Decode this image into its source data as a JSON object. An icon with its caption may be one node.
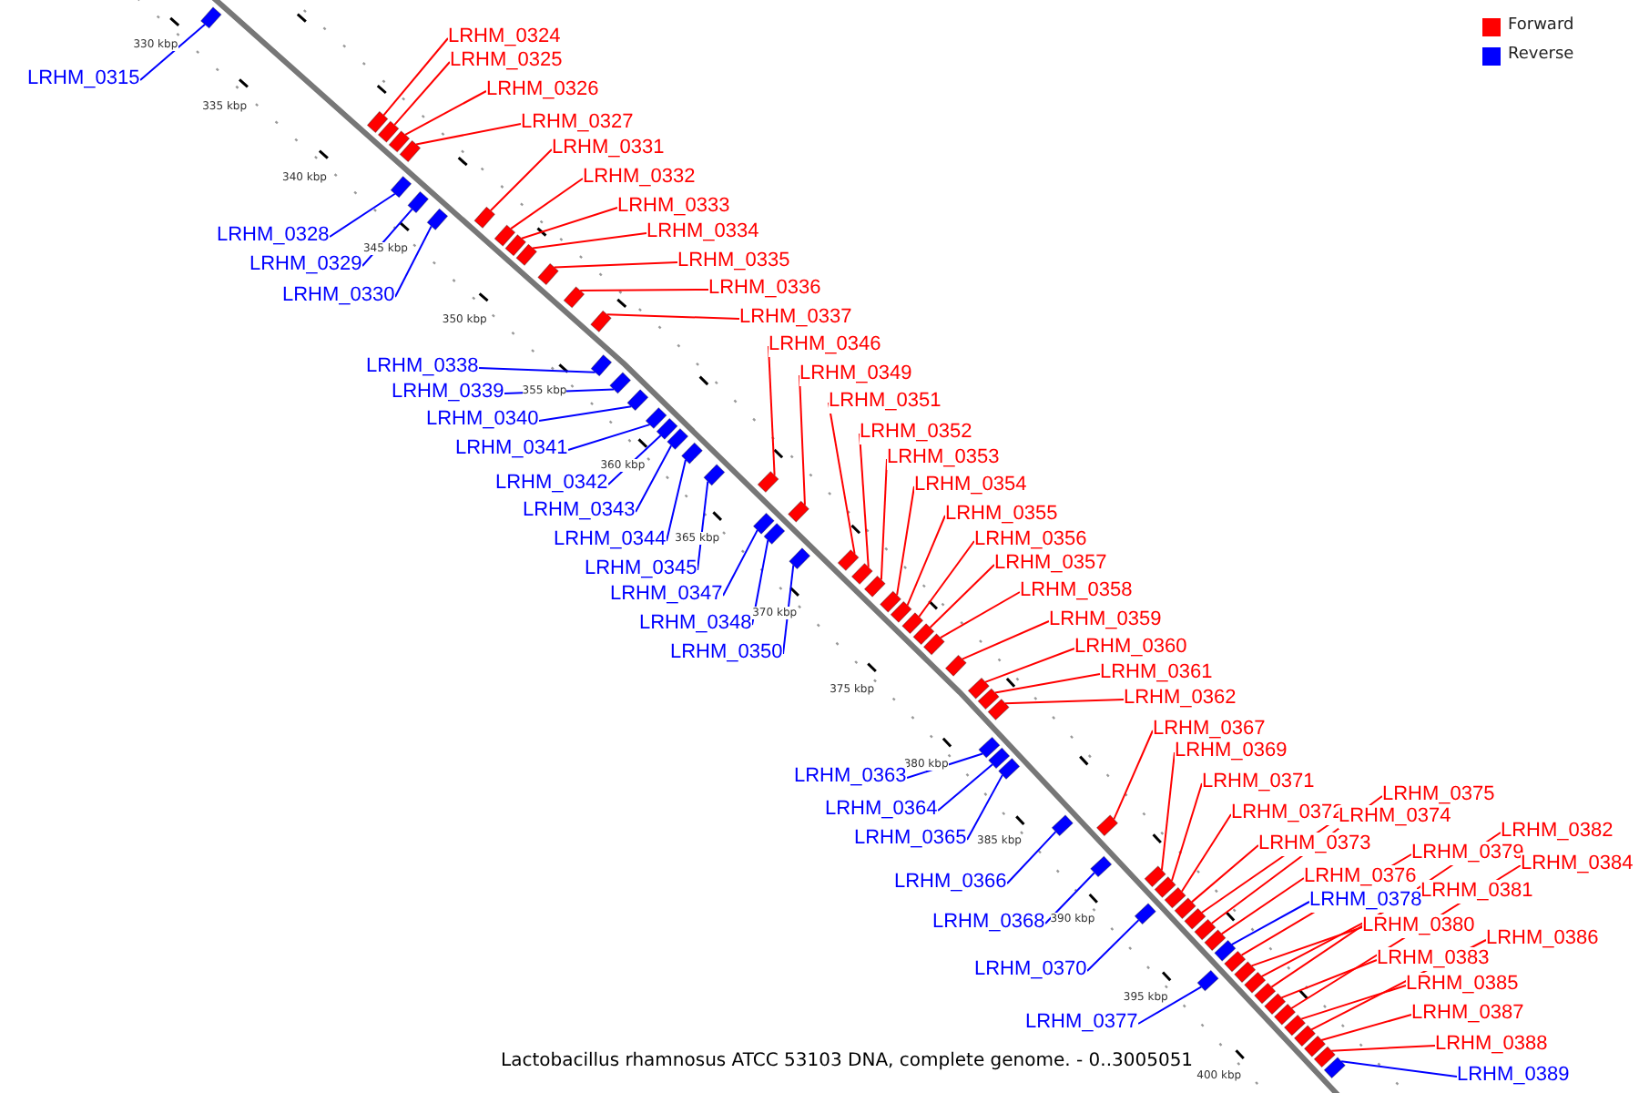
{
  "diagram": {
    "caption": "Lactobacillus rhamnosus ATCC 53103 DNA, complete genome. - 0..3005051",
    "nodes": [
      {
        "text": [
          "LRHM_0324"
        ]
      },
      {
        "text": [
          "LRHM_0325"
        ]
      },
      {
        "text": [
          "LRHM_0315"
        ]
      },
      {
        "text": [
          "LRHM_0326"
        ]
      },
      {
        "text": [
          "LRHM_0327"
        ]
      },
      {
        "text": [
          "LRHM_0331"
        ]
      },
      {
        "text": [
          "LRHM_0332"
        ]
      },
      {
        "text": [
          "LRHM_0333"
        ]
      },
      {
        "text": [
          "LRHM_0334"
        ]
      },
      {
        "text": [
          "LRHM_0328"
        ]
      },
      {
        "text": [
          "LRHM_0335"
        ]
      },
      {
        "text": [
          "LRHM_0329"
        ]
      },
      {
        "text": [
          "LRHM_0336"
        ]
      },
      {
        "text": [
          "LRHM_0330"
        ]
      },
      {
        "text": [
          "LRHM_0337"
        ]
      },
      {
        "text": [
          "LRHM_0346"
        ]
      },
      {
        "text": [
          "LRHM_0338"
        ]
      },
      {
        "text": [
          "LRHM_0349"
        ]
      },
      {
        "text": [
          "LRHM_0339"
        ]
      },
      {
        "text": [
          "LRHM_0351"
        ]
      },
      {
        "text": [
          "LRHM_0340"
        ]
      },
      {
        "text": [
          "LRHM_0352"
        ]
      },
      {
        "text": [
          "LRHM_0341"
        ]
      },
      {
        "text": [
          "LRHM_0353"
        ]
      },
      {
        "text": [
          "LRHM_0342"
        ]
      },
      {
        "text": [
          "LRHM_0354"
        ]
      },
      {
        "text": [
          "LRHM_0343"
        ]
      },
      {
        "text": [
          "LRHM_0355"
        ]
      },
      {
        "text": [
          "LRHM_0344"
        ]
      },
      {
        "text": [
          "LRHM_0356"
        ]
      },
      {
        "text": [
          "LRHM_0357"
        ]
      },
      {
        "text": [
          "LRHM_0345"
        ]
      },
      {
        "text": [
          "LRHM_0358"
        ]
      },
      {
        "text": [
          "LRHM_0347"
        ]
      },
      {
        "text": [
          "LRHM_0359"
        ]
      },
      {
        "text": [
          "LRHM_0348"
        ]
      },
      {
        "text": [
          "LRHM_0360"
        ]
      },
      {
        "text": [
          "LRHM_0350"
        ]
      },
      {
        "text": [
          "LRHM_0361"
        ]
      },
      {
        "text": [
          "LRHM_0362"
        ]
      },
      {
        "text": [
          "LRHM_0367"
        ]
      },
      {
        "text": [
          "LRHM_0369"
        ]
      },
      {
        "text": [
          "LRHM_0363"
        ]
      },
      {
        "text": [
          "LRHM_0371"
        ]
      },
      {
        "text": [
          "LRHM_0375"
        ]
      },
      {
        "text": [
          "LRHM_0364"
        ]
      },
      {
        "text": [
          "LRHM_0372"
        ]
      },
      {
        "text": [
          "LRHM_0374"
        ]
      },
      {
        "text": [
          "LRHM_0382"
        ]
      },
      {
        "text": [
          "LRHM_0365"
        ]
      },
      {
        "text": [
          "LRHM_0373"
        ]
      },
      {
        "text": [
          "LRHM_0379"
        ]
      },
      {
        "text": [
          "LRHM_0384"
        ]
      },
      {
        "text": [
          "LRHM_0376"
        ]
      },
      {
        "text": [
          "LRHM_0366"
        ]
      },
      {
        "text": [
          "LRHM_0381"
        ]
      },
      {
        "text": [
          "LRHM_0378"
        ]
      },
      {
        "text": [
          "LRHM_0368"
        ]
      },
      {
        "text": [
          "LRHM_0380"
        ]
      },
      {
        "text": [
          "LRHM_0386"
        ]
      },
      {
        "text": [
          "LRHM_0383"
        ]
      },
      {
        "text": [
          "LRHM_0370"
        ]
      },
      {
        "text": [
          "LRHM_0385"
        ]
      },
      {
        "text": [
          "LRHM_0387"
        ]
      },
      {
        "text": [
          "LRHM_0377"
        ]
      },
      {
        "text": [
          "LRHM_0388"
        ]
      },
      {
        "text": [
          "LRHM_0389"
        ]
      },
      {
        "text": [],
        "shape": "box"
      },
      {
        "text": [],
        "shape": "box"
      },
      {
        "text": [],
        "shape": "box"
      },
      {
        "text": [],
        "shape": "box"
      },
      {
        "text": [],
        "shape": "box"
      },
      {
        "text": [],
        "shape": "box"
      },
      {
        "text": [],
        "shape": "box"
      },
      {
        "text": [],
        "shape": "box"
      },
      {
        "text": [],
        "shape": "box"
      },
      {
        "text": [],
        "shape": "box"
      },
      {
        "text": [],
        "shape": "box"
      },
      {
        "text": [],
        "shape": "box"
      },
      {
        "text": [],
        "shape": "box"
      },
      {
        "text": [],
        "shape": "box"
      },
      {
        "text": [],
        "shape": "box"
      },
      {
        "text": [],
        "shape": "box"
      },
      {
        "text": [],
        "shape": "box"
      },
      {
        "text": [],
        "shape": "box"
      },
      {
        "text": [],
        "shape": "box"
      },
      {
        "text": [],
        "shape": "box"
      },
      {
        "text": [],
        "shape": "box"
      },
      {
        "text": [],
        "shape": "box"
      },
      {
        "text": [],
        "shape": "box"
      },
      {
        "text": [],
        "shape": "box"
      },
      {
        "text": [],
        "shape": "box"
      },
      {
        "text": [],
        "shape": "box"
      },
      {
        "text": [],
        "shape": "box"
      },
      {
        "text": [],
        "shape": "box"
      },
      {
        "text": [],
        "shape": "box"
      },
      {
        "text": [],
        "shape": "box"
      },
      {
        "text": [],
        "shape": "box"
      },
      {
        "text": [],
        "shape": "box"
      },
      {
        "text": [],
        "shape": "box"
      },
      {
        "text": [],
        "shape": "box"
      },
      {
        "text": [],
        "shape": "box"
      },
      {
        "text": [],
        "shape": "box"
      },
      {
        "text": [],
        "shape": "box"
      },
      {
        "text": [],
        "shape": "box"
      },
      {
        "text": [],
        "shape": "box"
      },
      {
        "text": [],
        "shape": "box"
      },
      {
        "text": [],
        "shape": "box"
      },
      {
        "text": [],
        "shape": "box"
      },
      {
        "text": [],
        "shape": "box"
      },
      {
        "text": [],
        "shape": "box"
      },
      {
        "text": [],
        "shape": "box"
      },
      {
        "text": [],
        "shape": "box"
      },
      {
        "text": [],
        "shape": "box"
      },
      {
        "text": [],
        "shape": "box"
      },
      {
        "text": [],
        "shape": "box"
      },
      {
        "text": [],
        "shape": "box"
      },
      {
        "text": [],
        "shape": "box"
      },
      {
        "text": [],
        "shape": "box"
      },
      {
        "text": [],
        "shape": "box"
      },
      {
        "text": [],
        "shape": "box"
      },
      {
        "text": [],
        "shape": "box"
      },
      {
        "text": [],
        "shape": "box"
      },
      {
        "text": [],
        "shape": "box"
      },
      {
        "text": [],
        "shape": "box"
      },
      {
        "text": [],
        "shape": "box"
      },
      {
        "text": [],
        "shape": "box"
      },
      {
        "text": [],
        "shape": "box"
      },
      {
        "text": [],
        "shape": "box"
      },
      {
        "text": [],
        "shape": "box"
      },
      {
        "text": [],
        "shape": "box"
      },
      {
        "text": [],
        "shape": "box"
      },
      {
        "text": [],
        "shape": "box"
      },
      {
        "text": [],
        "shape": "box"
      }
    ],
    "edges": [
      {
        "from": 0,
        "to": 68,
        "arrow": "none"
      },
      {
        "from": 1,
        "to": 69,
        "arrow": "none"
      },
      {
        "from": 2,
        "to": 67,
        "arrow": "none",
        "color": "#0000ff"
      },
      {
        "from": 3,
        "to": 70,
        "arrow": "none"
      },
      {
        "from": 4,
        "to": 71,
        "arrow": "none"
      },
      {
        "from": 5,
        "to": 72,
        "arrow": "none"
      },
      {
        "from": 6,
        "to": 74,
        "arrow": "none"
      },
      {
        "from": 7,
        "to": 75,
        "arrow": "none"
      },
      {
        "from": 8,
        "to": 77,
        "arrow": "none"
      },
      {
        "from": 9,
        "to": 73,
        "arrow": "none",
        "color": "#0000ff"
      },
      {
        "from": 10,
        "to": 79,
        "arrow": "none"
      },
      {
        "from": 11,
        "to": 76,
        "arrow": "none",
        "color": "#0000ff"
      },
      {
        "from": 12,
        "to": 80,
        "arrow": "none"
      },
      {
        "from": 13,
        "to": 78,
        "arrow": "none",
        "color": "#0000ff"
      },
      {
        "from": 14,
        "to": 81,
        "arrow": "none"
      },
      {
        "from": 15,
        "to": 87,
        "arrow": "none"
      },
      {
        "from": 16,
        "to": 82,
        "arrow": "none",
        "color": "#0000ff"
      },
      {
        "from": 17,
        "to": 90,
        "arrow": "none"
      },
      {
        "from": 18,
        "to": 83,
        "arrow": "none",
        "color": "#0000ff"
      },
      {
        "from": 19,
        "to": 92,
        "arrow": "none"
      },
      {
        "from": 20,
        "to": 84,
        "arrow": "none",
        "color": "#0000ff"
      },
      {
        "from": 21,
        "to": 94,
        "arrow": "none"
      },
      {
        "from": 22,
        "to": 85,
        "arrow": "none",
        "color": "#0000ff"
      },
      {
        "from": 23,
        "to": 96,
        "arrow": "none"
      },
      {
        "from": 24,
        "to": 86,
        "arrow": "none",
        "color": "#0000ff"
      },
      {
        "from": 25,
        "to": 97,
        "arrow": "none"
      },
      {
        "from": 26,
        "to": 88,
        "arrow": "none",
        "color": "#0000ff"
      },
      {
        "from": 27,
        "to": 99,
        "arrow": "none"
      },
      {
        "from": 28,
        "to": 89,
        "arrow": "none",
        "color": "#0000ff"
      },
      {
        "from": 29,
        "to": 100,
        "arrow": "none"
      },
      {
        "from": 30,
        "to": 101,
        "arrow": "none"
      },
      {
        "from": 31,
        "to": 91,
        "arrow": "none",
        "color": "#0000ff"
      },
      {
        "from": 32,
        "to": 102,
        "arrow": "none"
      },
      {
        "from": 33,
        "to": 93,
        "arrow": "none",
        "color": "#0000ff"
      },
      {
        "from": 34,
        "to": 103,
        "arrow": "none"
      },
      {
        "from": 35,
        "to": 95,
        "arrow": "none",
        "color": "#0000ff"
      },
      {
        "from": 36,
        "to": 104,
        "arrow": "none"
      },
      {
        "from": 37,
        "to": 98,
        "arrow": "none",
        "color": "#0000ff"
      },
      {
        "from": 38,
        "to": 105,
        "arrow": "none"
      },
      {
        "from": 39,
        "to": 106,
        "arrow": "none"
      },
      {
        "from": 40,
        "to": 110,
        "arrow": "none"
      },
      {
        "from": 41,
        "to": 112,
        "arrow": "none"
      },
      {
        "from": 42,
        "to": 107,
        "arrow": "none",
        "color": "#0000ff"
      },
      {
        "from": 43,
        "to": 114,
        "arrow": "none"
      },
      {
        "from": 44,
        "to": 118,
        "arrow": "none"
      },
      {
        "from": 45,
        "to": 108,
        "arrow": "none",
        "color": "#0000ff"
      },
      {
        "from": 46,
        "to": 115,
        "arrow": "none"
      },
      {
        "from": 47,
        "to": 117,
        "arrow": "none"
      },
      {
        "from": 48,
        "to": 125,
        "arrow": "none"
      },
      {
        "from": 49,
        "to": 109,
        "arrow": "none",
        "color": "#0000ff"
      },
      {
        "from": 50,
        "to": 116,
        "arrow": "none"
      },
      {
        "from": 51,
        "to": 122,
        "arrow": "none"
      },
      {
        "from": 52,
        "to": 128,
        "arrow": "none"
      },
      {
        "from": 53,
        "to": 120,
        "arrow": "none"
      },
      {
        "from": 54,
        "to": 111,
        "arrow": "none",
        "color": "#0000ff"
      },
      {
        "from": 55,
        "to": 124,
        "arrow": "none"
      },
      {
        "from": 56,
        "to": 121,
        "arrow": "none",
        "color": "#0000ff"
      },
      {
        "from": 57,
        "to": 113,
        "arrow": "none",
        "color": "#0000ff"
      },
      {
        "from": 58,
        "to": 123,
        "arrow": "none"
      },
      {
        "from": 59,
        "to": 130,
        "arrow": "none"
      },
      {
        "from": 60,
        "to": 126,
        "arrow": "none"
      },
      {
        "from": 61,
        "to": 119,
        "arrow": "none",
        "color": "#0000ff"
      },
      {
        "from": 62,
        "to": 129,
        "arrow": "none"
      },
      {
        "from": 63,
        "to": 131,
        "arrow": "none"
      },
      {
        "from": 64,
        "to": 127,
        "arrow": "none",
        "color": "#0000ff"
      },
      {
        "from": 65,
        "to": 132,
        "arrow": "none"
      },
      {
        "from": 66,
        "to": 133,
        "arrow": "none",
        "color": "#0000ff"
      }
    ],
    "labels": [
      "330 kbp",
      "335 kbp",
      "340 kbp",
      "345 kbp",
      "350 kbp",
      "355 kbp",
      "360 kbp",
      "365 kbp",
      "370 kbp",
      "375 kbp",
      "380 kbp",
      "385 kbp",
      "390 kbp",
      "395 kbp",
      "400 kbp"
    ],
    "legend": [
      {
        "text": "Forward",
        "color": "#ff0000"
      },
      {
        "text": "Reverse",
        "color": "#0000ff"
      }
    ]
  }
}
